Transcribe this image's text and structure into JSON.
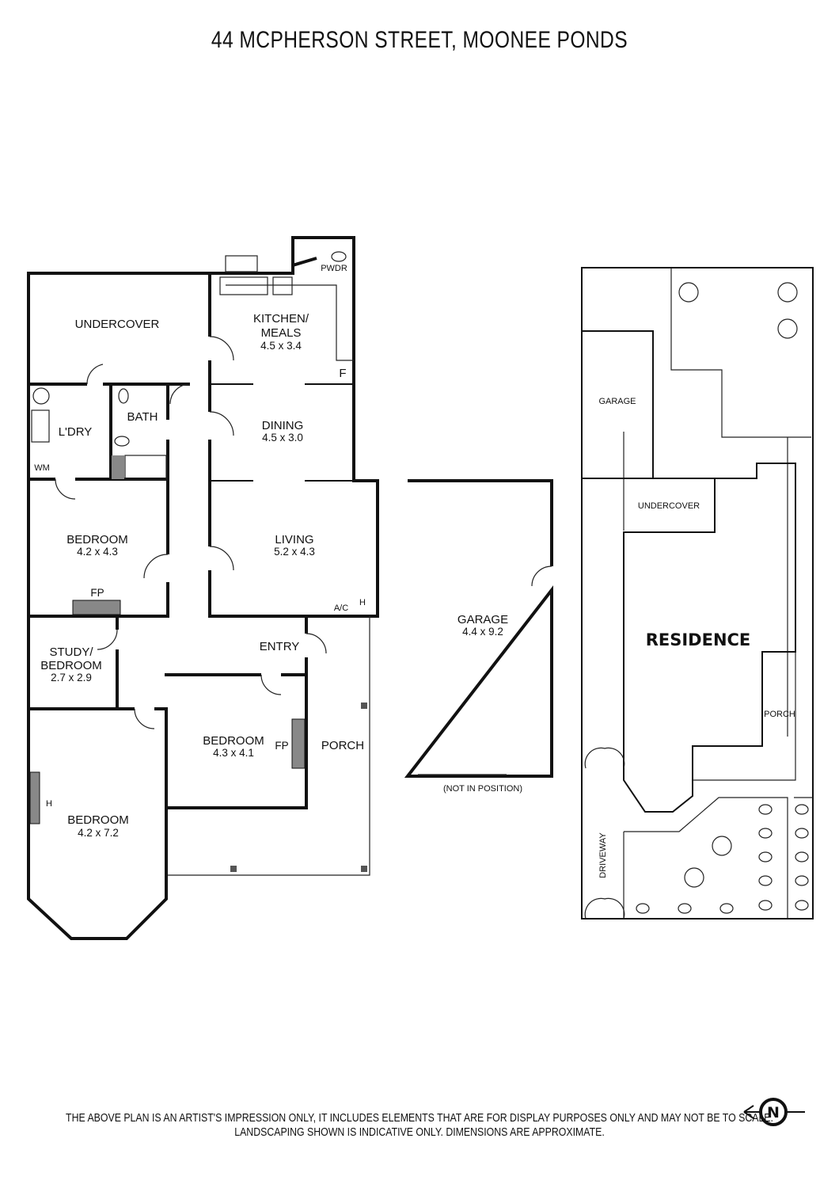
{
  "title": "44 MCPHERSON STREET, MOONEE PONDS",
  "rooms": {
    "undercover": {
      "name": "UNDERCOVER"
    },
    "kitchen": {
      "name1": "KITCHEN/",
      "name2": "MEALS",
      "dim": "4.5 x 3.4",
      "fridge": "F"
    },
    "pwdr": {
      "name": "PWDR"
    },
    "dining": {
      "name": "DINING",
      "dim": "4.5 x 3.0"
    },
    "laundry": {
      "name": "L'DRY",
      "wm": "WM"
    },
    "bath": {
      "name": "BATH"
    },
    "bedroom1": {
      "name": "BEDROOM",
      "dim": "4.2 x 4.3",
      "fp": "FP"
    },
    "living": {
      "name": "LIVING",
      "dim": "5.2 x 4.3",
      "ac": "A/C",
      "heater": "H"
    },
    "study": {
      "name1": "STUDY/",
      "name2": "BEDROOM",
      "dim": "2.7 x 2.9"
    },
    "entry": {
      "name": "ENTRY"
    },
    "bedroom2": {
      "name": "BEDROOM",
      "dim": "4.3 x 4.1",
      "fp": "FP"
    },
    "porch": {
      "name": "PORCH"
    },
    "bedroom3": {
      "name": "BEDROOM",
      "dim": "4.2 x 7.2",
      "heater": "H"
    }
  },
  "garage": {
    "name": "GARAGE",
    "dim": "4.4 x 9.2",
    "note": "(NOT IN POSITION)"
  },
  "site": {
    "garage": "GARAGE",
    "undercover": "UNDERCOVER",
    "residence": "RESIDENCE",
    "porch": "PORCH",
    "driveway": "DRIVEWAY"
  },
  "north": {
    "letter": "N",
    "icon": "north-arrow-icon"
  },
  "disclaimer": {
    "line1": "THE ABOVE PLAN IS AN ARTIST'S IMPRESSION ONLY, IT INCLUDES ELEMENTS THAT ARE FOR DISPLAY PURPOSES ONLY AND MAY NOT BE TO SCALE.",
    "line2": "LANDSCAPING SHOWN IS INDICATIVE ONLY. DIMENSIONS ARE APPROXIMATE."
  }
}
